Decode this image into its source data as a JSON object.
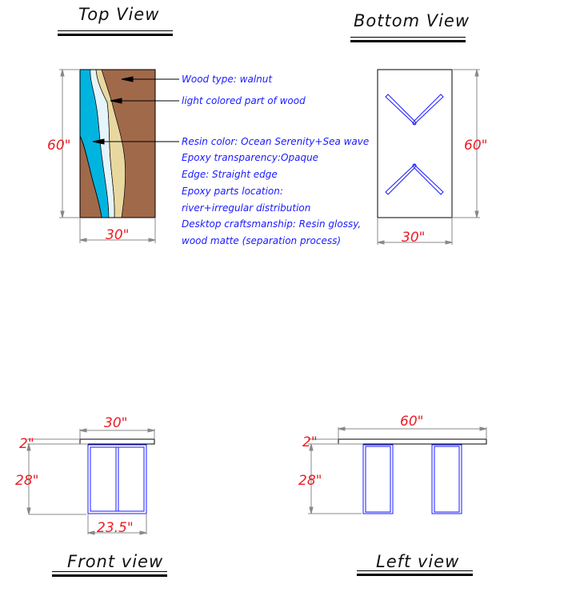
{
  "views": {
    "top": {
      "title": "Top View",
      "height_dim": "60\"",
      "width_dim": "30\""
    },
    "bottom": {
      "title": "Bottom View",
      "height_dim": "60\"",
      "width_dim": "30\""
    },
    "front": {
      "title": "Front view",
      "top_width_dim": "30\"",
      "thickness_dim": "2\"",
      "leg_height_dim": "28\"",
      "base_width_dim": "23.5\""
    },
    "left": {
      "title": "Left view",
      "length_dim": "60\"",
      "thickness_dim": "2\"",
      "leg_height_dim": "28\""
    }
  },
  "annotations": {
    "wood_type": "Wood type: walnut",
    "light_wood": "light colored part of wood",
    "resin_color": "Resin color: Ocean Serenity+Sea wave",
    "epoxy_transparency": "Epoxy transparency:Opaque",
    "edge": "Edge: Straight edge",
    "epoxy_location_label": "Epoxy parts location:",
    "epoxy_location_value": "river+irregular distribution",
    "craftsmanship_1": "Desktop craftsmanship: Resin glossy,",
    "craftsmanship_2": " wood matte (separation process)"
  },
  "colors": {
    "walnut": "#a0694a",
    "resin": "#00b4e0",
    "light_wood": "#e8d8a0",
    "outline_blue": "#1a1aff",
    "dimension_red": "#ee1c24",
    "dimension_line": "#888888"
  }
}
